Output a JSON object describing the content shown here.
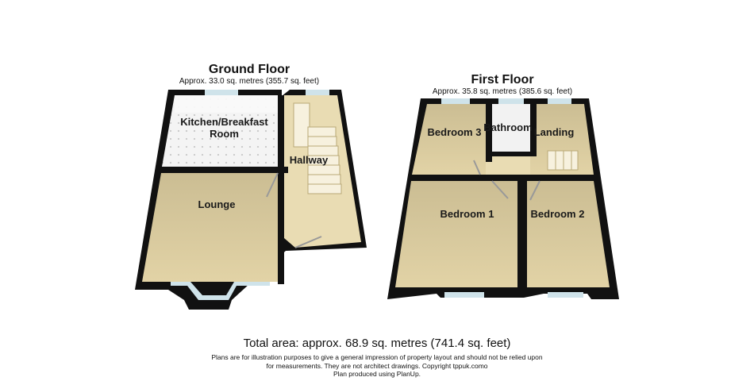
{
  "ground_floor": {
    "title": "Ground Floor",
    "area": "Approx. 33.0 sq. metres (355.7 sq. feet)",
    "rooms": {
      "kitchen_line1": "Kitchen/Breakfast",
      "kitchen_line2": "Room",
      "lounge": "Lounge",
      "hallway": "Hallway"
    }
  },
  "first_floor": {
    "title": "First Floor",
    "area": "Approx. 35.8 sq. metres (385.6 sq. feet)",
    "rooms": {
      "bedroom3": "Bedroom 3",
      "bathroom": "Bathroom",
      "landing": "Landing",
      "bedroom1": "Bedroom 1",
      "bedroom2": "Bedroom 2"
    }
  },
  "footer": {
    "total_area": "Total area: approx. 68.9 sq. metres (741.4 sq. feet)",
    "disclaimer_line1": "Plans are for illustration purposes to give a general impression of property layout and should not be relied upon",
    "disclaimer_line2": "for measurements. They are not architect drawings.  Copyright tppuk.como",
    "disclaimer_line3": "Plan produced using PlanUp."
  },
  "colors": {
    "wall": "#111111",
    "floor_carpet": "#d8c79a",
    "floor_white": "#f2f2f2",
    "window": "#cfe3ea"
  }
}
